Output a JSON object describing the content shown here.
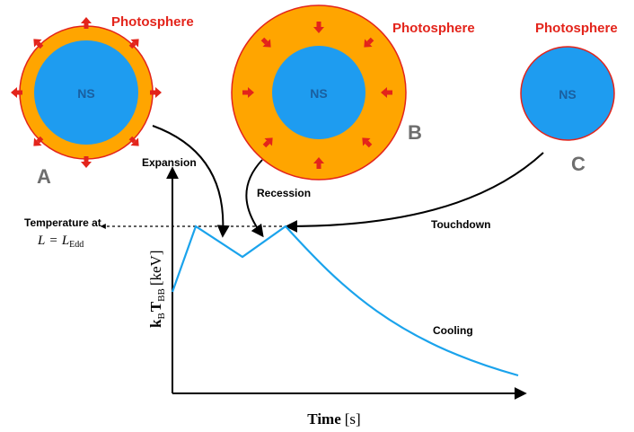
{
  "colors": {
    "photosphere_fill": "#ffa500",
    "photosphere_edge": "#e3241b",
    "neutron_star": "#1e9cf0",
    "ns_label": "#1a5fa0",
    "red_label": "#e3241b",
    "panel_letter": "#6e6e6e",
    "curve": "#1aa3ec",
    "axis": "#000000"
  },
  "labels": {
    "photosphere": "Photosphere",
    "ns": "NS",
    "panel_a": "A",
    "panel_b": "B",
    "panel_c": "C",
    "expansion": "Expansion",
    "recession": "Recession",
    "touchdown": "Touchdown",
    "cooling": "Cooling",
    "temperature_at": "Temperature at",
    "eddington_L": "L",
    "eddington_eq": "=",
    "eddington_rhs": "L",
    "eddington_sub": "Edd",
    "y_axis_k": "k",
    "y_axis_k_sub": "B",
    "y_axis_T": "T",
    "y_axis_T_sub": "BB",
    "y_axis_unit": "[keV]",
    "x_axis_title": "Time",
    "x_axis_unit": "[s]"
  },
  "icons": {
    "outward_arrow": "arrow-outward-icon",
    "inward_arrow": "arrow-inward-icon"
  }
}
